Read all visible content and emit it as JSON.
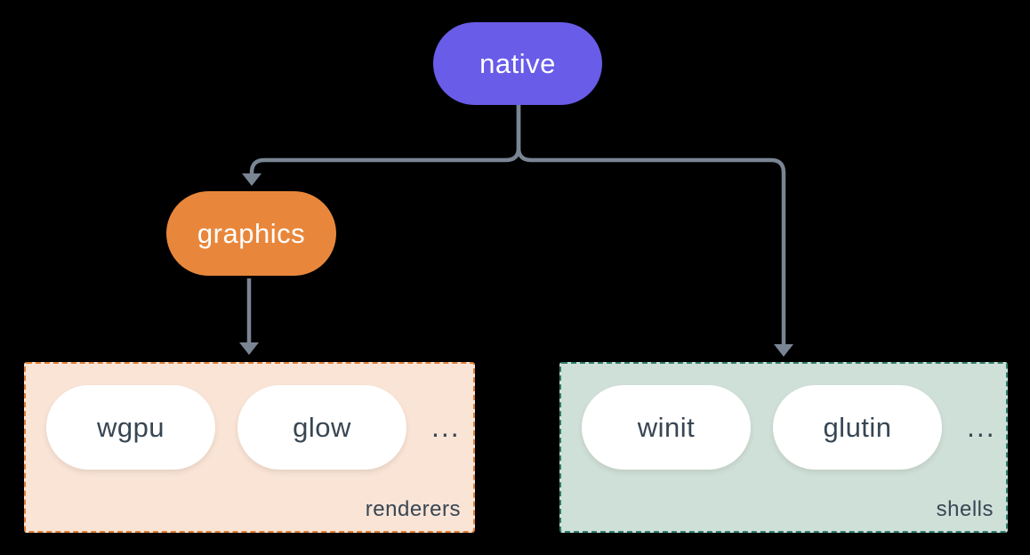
{
  "diagram": {
    "background_color": "#000000",
    "connector_color": "#7A8594",
    "node_text_color": "#FFFFFF",
    "item_text_color": "#374653",
    "nodes": {
      "native": {
        "label": "native",
        "fill": "#695CE8"
      },
      "graphics": {
        "label": "graphics",
        "fill": "#E8873C"
      }
    },
    "groups": {
      "renderers": {
        "label": "renderers",
        "fill": "#F9E4D6",
        "border_color": "#DE7E35",
        "items": [
          "wgpu",
          "glow"
        ],
        "ellipsis": "..."
      },
      "shells": {
        "label": "shells",
        "fill": "#CFE0D8",
        "border_color": "#2E7D6C",
        "items": [
          "winit",
          "glutin"
        ],
        "ellipsis": "..."
      }
    }
  }
}
